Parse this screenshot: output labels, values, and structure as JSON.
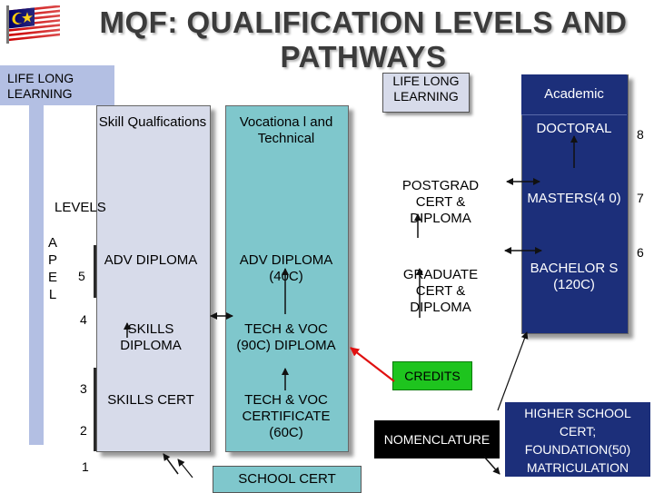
{
  "title": "MQF: QUALIFICATION LEVELS AND PATHWAYS",
  "boxes": {
    "life_long_left": "LIFE LONG LEARNING",
    "life_long_right": "LIFE LONG LEARNING",
    "academic": "Academic",
    "levels": "LEVELS",
    "apel": [
      "A",
      "P",
      "E",
      "L"
    ]
  },
  "columns": {
    "skill": {
      "header": "Skill Qualfications",
      "items": [
        "ADV DIPLOMA",
        "SKILLS DIPLOMA",
        "SKILLS CERT"
      ]
    },
    "vocational": {
      "header": "Vocationa l and Technical",
      "items": [
        "ADV DIPLOMA (40C)",
        "TECH & VOC (90C) DIPLOMA",
        "TECH & VOC CERTIFICATE (60C)"
      ]
    },
    "middle": {
      "items": [
        "POSTGRAD CERT & DIPLOMA",
        "GRADUATE CERT & DIPLOMA"
      ]
    },
    "academic": {
      "items": [
        "DOCTORAL",
        "MASTERS(4 0)",
        "BACHELOR S (120C)"
      ]
    }
  },
  "levels": [
    "8",
    "7",
    "6",
    "5",
    "4",
    "3",
    "2",
    "1"
  ],
  "bottom": {
    "school_cert": "SCHOOL CERT",
    "credits": "CREDITS",
    "nomenclature": "NOMENCLATURE",
    "higher_school": "HIGHER SCHOOL CERT; FOUNDATION(50) MATRICULATION"
  },
  "colors": {
    "apel_blue": "#b3bfe3",
    "skill_bg": "#d7dbea",
    "vocational_teal": "#7fc7cc",
    "academic_navy": "#1c2f7a",
    "credits_green": "#1ec41e",
    "arrow_red": "#e01010"
  },
  "icons": {
    "flag": "malaysia-flag-icon"
  }
}
